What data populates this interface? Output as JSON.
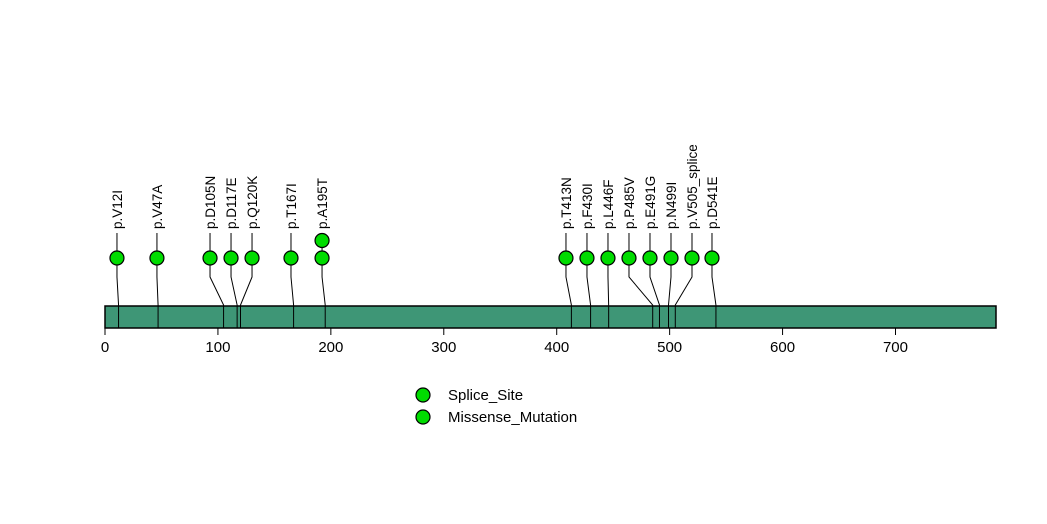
{
  "chart_data": {
    "type": "lollipop",
    "title": "",
    "xlabel": "",
    "ylabel": "",
    "protein_length": 789,
    "axis": {
      "min": 0,
      "max": 789,
      "ticks": [
        0,
        100,
        200,
        300,
        400,
        500,
        600,
        700
      ],
      "grid": false
    },
    "backbone": {
      "start": 0,
      "end": 789,
      "fill_color": "#3E9676",
      "border_color": "#000000"
    },
    "point": {
      "fill_color": "#00DC00",
      "border_color": "#000000"
    },
    "mutations": [
      {
        "label": "p.V12I",
        "pos": 12,
        "label_pos": 10.6,
        "count": 1
      },
      {
        "label": "p.V47A",
        "pos": 47,
        "label_pos": 46.0,
        "count": 1
      },
      {
        "label": "p.D105N",
        "pos": 105,
        "label_pos": 93.0,
        "count": 1
      },
      {
        "label": "p.D117E",
        "pos": 117,
        "label_pos": 111.6,
        "count": 1
      },
      {
        "label": "p.Q120K",
        "pos": 120,
        "label_pos": 130.2,
        "count": 1
      },
      {
        "label": "p.T167I",
        "pos": 167,
        "label_pos": 164.7,
        "count": 1
      },
      {
        "label": "p.A195T",
        "pos": 195,
        "label_pos": 192.2,
        "count": 2
      },
      {
        "label": "p.T413N",
        "pos": 413,
        "label_pos": 408.2,
        "count": 1
      },
      {
        "label": "p.F430I",
        "pos": 430,
        "label_pos": 426.8,
        "count": 1
      },
      {
        "label": "p.L446F",
        "pos": 446,
        "label_pos": 445.4,
        "count": 1
      },
      {
        "label": "p.P485V",
        "pos": 485,
        "label_pos": 464.0,
        "count": 1
      },
      {
        "label": "p.E491G",
        "pos": 491,
        "label_pos": 482.6,
        "count": 1
      },
      {
        "label": "p.N499I",
        "pos": 499,
        "label_pos": 501.2,
        "count": 1
      },
      {
        "label": "p.V505_splice",
        "pos": 505,
        "label_pos": 519.8,
        "count": 1
      },
      {
        "label": "p.D541E",
        "pos": 541,
        "label_pos": 537.5,
        "count": 1
      }
    ],
    "legend": {
      "position": "bottom-center",
      "items": [
        {
          "label": "Splice_Site",
          "color": "#00DC00"
        },
        {
          "label": "Missense_Mutation",
          "color": "#00DC00"
        }
      ]
    }
  }
}
